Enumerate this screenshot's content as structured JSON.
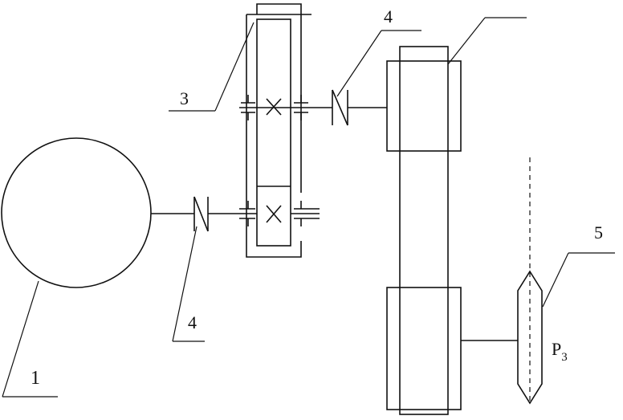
{
  "labels": {
    "motor": "1",
    "gearbox": "3",
    "coupling_top": "4",
    "coupling_bottom": "4",
    "sprocket": "5",
    "power_main": "P",
    "power_sub": "3"
  }
}
